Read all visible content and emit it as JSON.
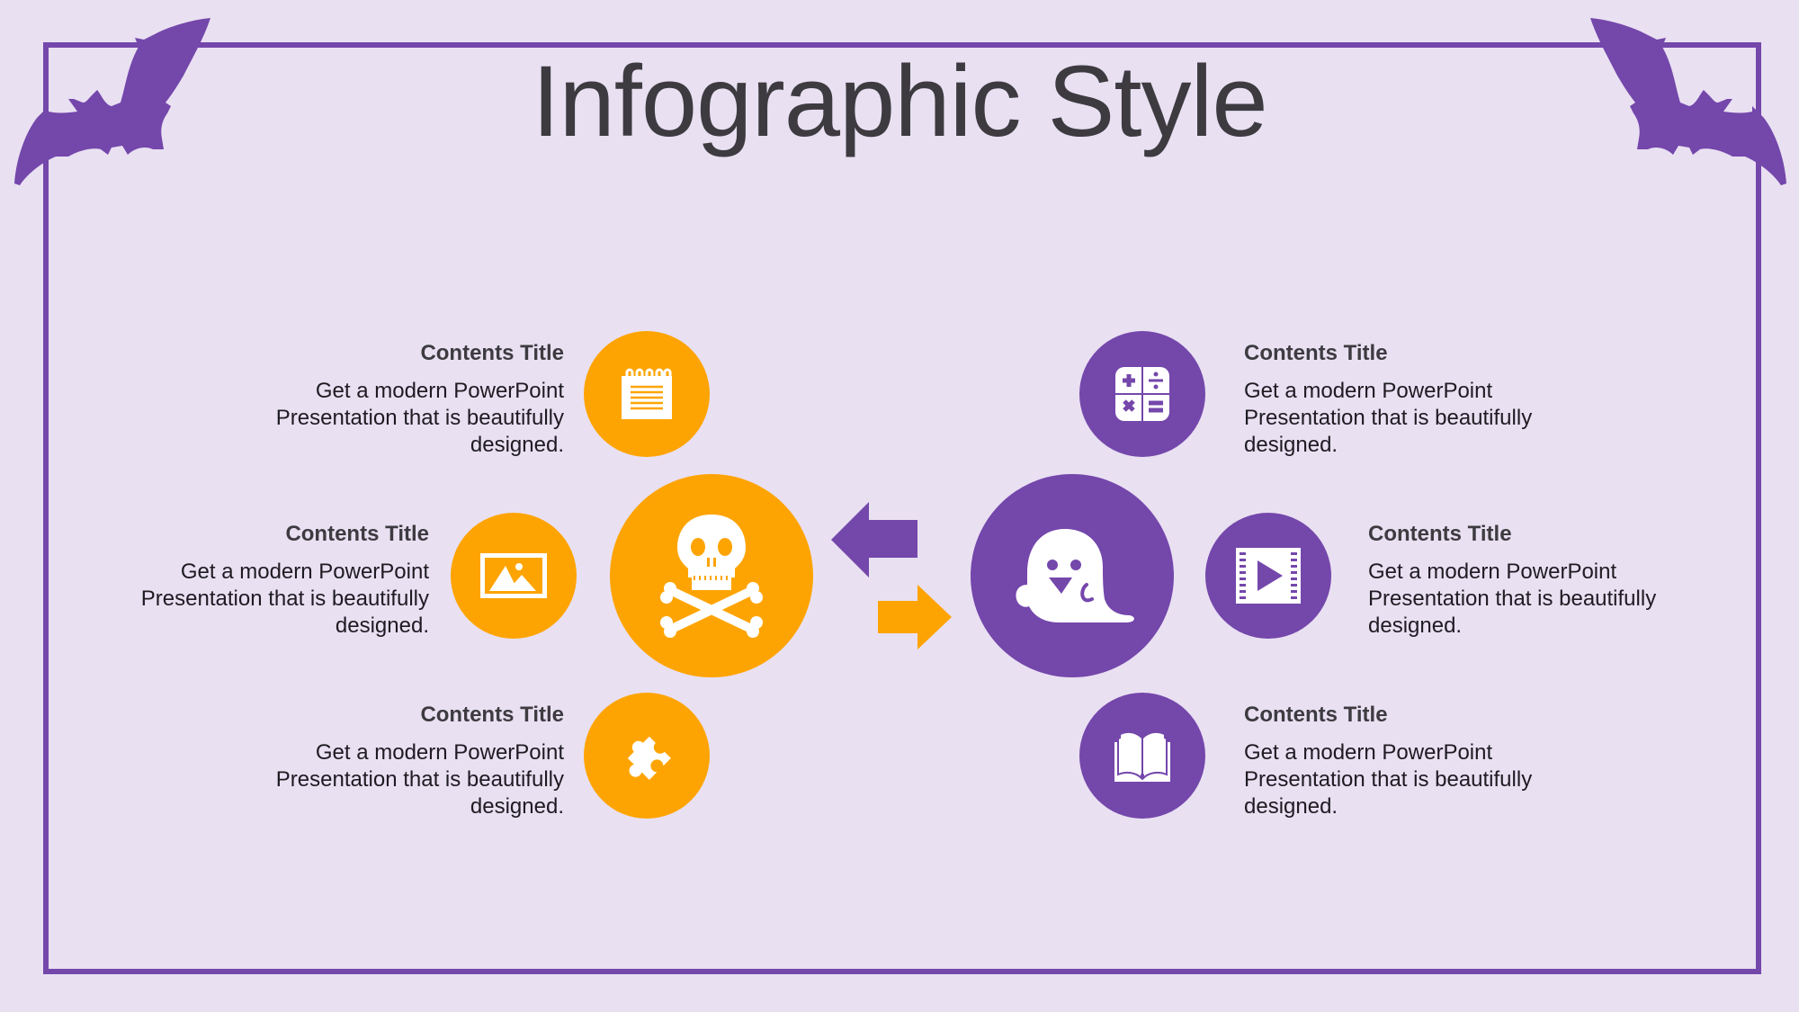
{
  "slide": {
    "title": "Infographic Style",
    "colors": {
      "background": "#e9e0f2",
      "accent_purple": "#7447ab",
      "accent_orange": "#fea402",
      "title_text": "#3d3b40",
      "body_text": "#1e1b22"
    }
  },
  "left_group": {
    "center_icon": "skull-crossbones-icon",
    "items": [
      {
        "icon": "notepad-icon",
        "title": "Contents Title",
        "body": "Get a modern PowerPoint Presentation that is beautifully designed."
      },
      {
        "icon": "image-icon",
        "title": "Contents Title",
        "body": "Get a modern PowerPoint Presentation that is beautifully designed."
      },
      {
        "icon": "puzzle-icon",
        "title": "Contents Title",
        "body": "Get a modern PowerPoint Presentation that is beautifully designed."
      }
    ]
  },
  "right_group": {
    "center_icon": "ghost-icon",
    "items": [
      {
        "icon": "calculator-icon",
        "title": "Contents Title",
        "body": "Get a modern PowerPoint Presentation that is beautifully designed."
      },
      {
        "icon": "video-icon",
        "title": "Contents Title",
        "body": "Get a modern PowerPoint Presentation that is beautifully designed."
      },
      {
        "icon": "book-icon",
        "title": "Contents Title",
        "body": "Get a modern PowerPoint Presentation that is beautifully designed."
      }
    ]
  },
  "arrows": [
    {
      "direction": "left",
      "color": "#7447ab"
    },
    {
      "direction": "right",
      "color": "#fea402"
    }
  ]
}
